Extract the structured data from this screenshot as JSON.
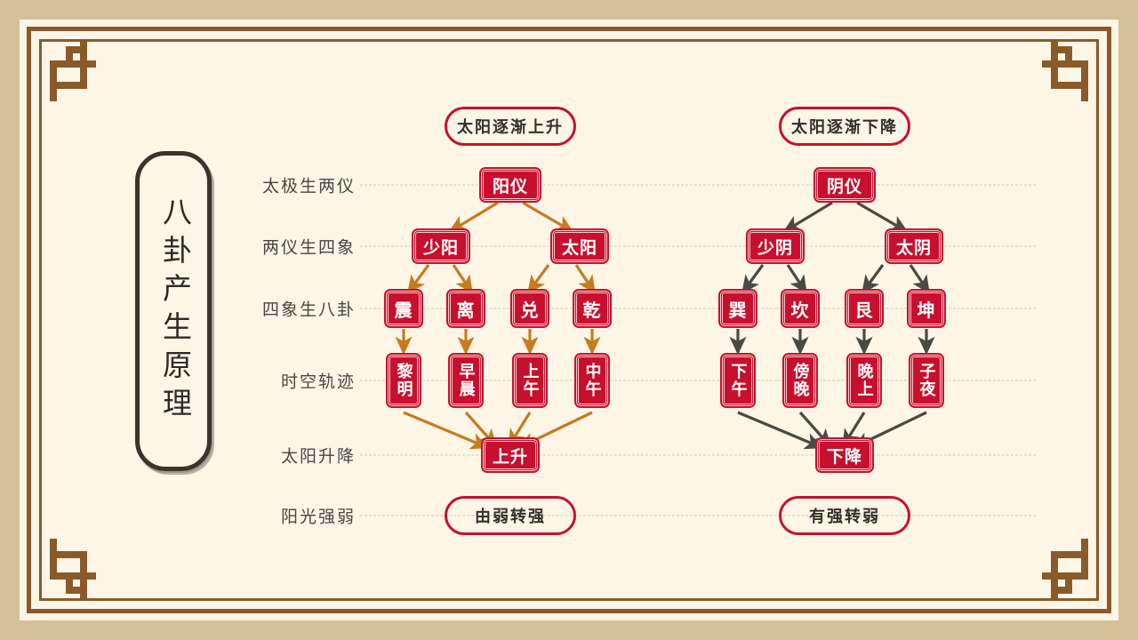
{
  "slide": {
    "title": "八卦产生原理",
    "theme": {
      "outer_band": "#D4C09A",
      "paper": "#FDF6E7",
      "frame_brown": "#8B5A2B",
      "node_red": "#C8102E",
      "arrow_left": "#C77B1E",
      "arrow_right": "#4A4A42",
      "guide_line": "#D9C9A3",
      "label_text": "#4A4540"
    }
  },
  "row_labels": [
    {
      "id": "row-taiji",
      "text": "太极生两仪"
    },
    {
      "id": "row-liangyi",
      "text": "两仪生四象"
    },
    {
      "id": "row-sixiang",
      "text": "四象生八卦"
    },
    {
      "id": "row-shikong",
      "text": "时空轨迹"
    },
    {
      "id": "row-sunrise",
      "text": "太阳升降"
    },
    {
      "id": "row-light",
      "text": "阳光强弱"
    }
  ],
  "left_branch": {
    "header": "太阳逐渐上升",
    "footer": "由弱转强",
    "root": "阳仪",
    "duals": [
      "少阳",
      "太阳"
    ],
    "trigrams": [
      "震",
      "离",
      "兑",
      "乾"
    ],
    "times": [
      "黎明",
      "早晨",
      "上午",
      "中午"
    ],
    "result": "上升"
  },
  "right_branch": {
    "header": "太阳逐渐下降",
    "footer": "有强转弱",
    "root": "阴仪",
    "duals": [
      "少阴",
      "太阴"
    ],
    "trigrams": [
      "巽",
      "坎",
      "艮",
      "坤"
    ],
    "times": [
      "下午",
      "傍晚",
      "晚上",
      "子夜"
    ],
    "result": "下降"
  }
}
